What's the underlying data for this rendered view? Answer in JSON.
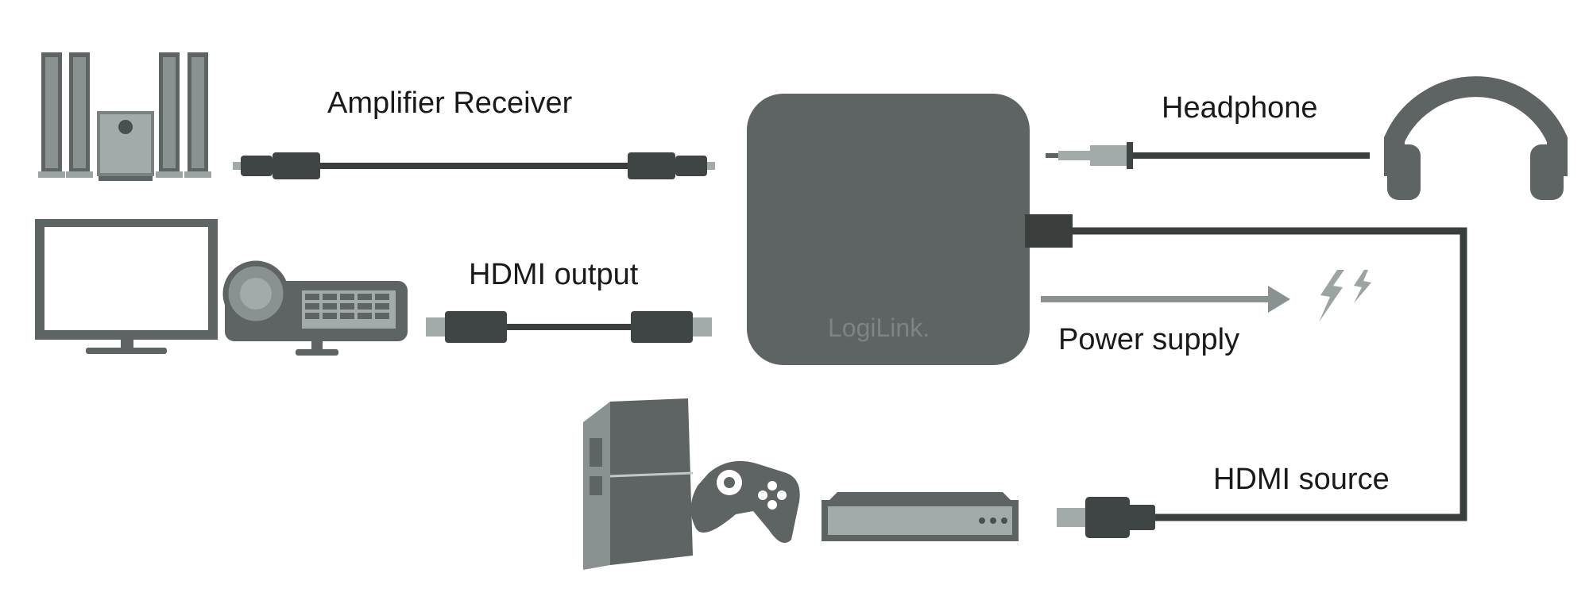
{
  "device": {
    "brand": "LogiLink."
  },
  "labels": {
    "amplifier": "Amplifier Receiver",
    "hdmi_output": "HDMI output",
    "headphone": "Headphone",
    "power_supply": "Power supply",
    "hdmi_source": "HDMI source"
  },
  "icons": {
    "speakers": "home-theater-speakers-icon",
    "tv": "tv-monitor-icon",
    "projector": "projector-icon",
    "console": "game-console-icon",
    "gamepad": "gamepad-icon",
    "player": "media-player-box-icon",
    "headphones": "headphones-icon",
    "power": "lightning-icon"
  },
  "colors": {
    "device": "#5d6463",
    "dark": "#3f4544",
    "mid": "#7a8281",
    "light": "#a3abaa",
    "cable": "#3a3f3e"
  }
}
